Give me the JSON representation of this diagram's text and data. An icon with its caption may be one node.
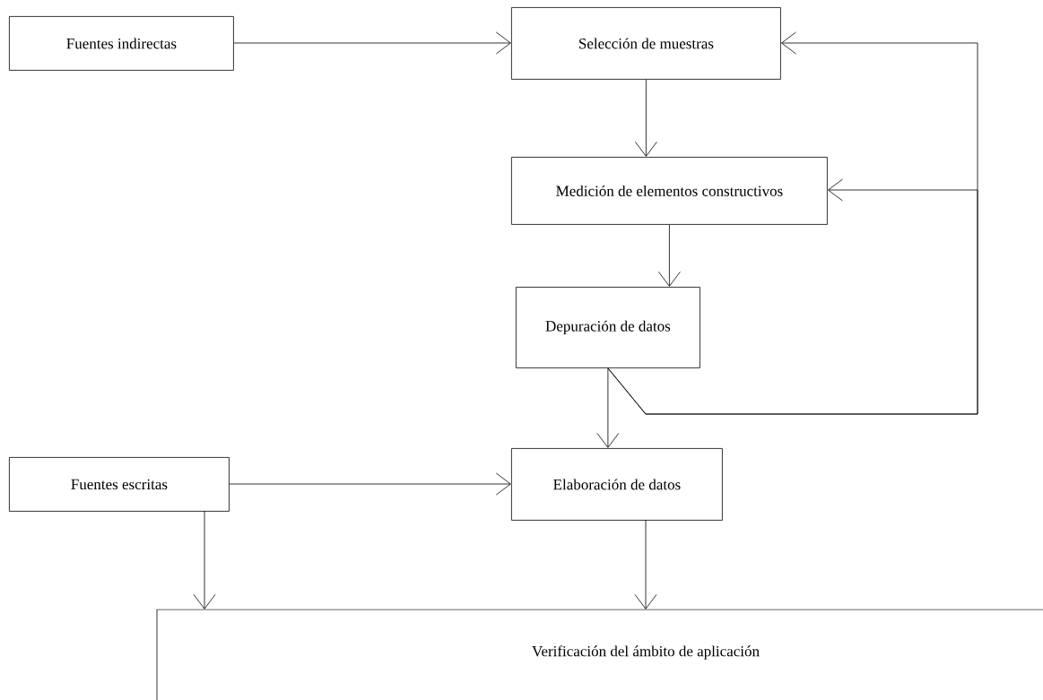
{
  "diagram": {
    "nodes": [
      {
        "text": [
          "Fuentes indirectas"
        ]
      },
      {
        "text": [
          "Selección de muestras"
        ]
      },
      {
        "text": [
          "Medición de elementos constructivos"
        ]
      },
      {
        "text": [
          "Depuración de datos"
        ]
      },
      {
        "text": [
          "Fuentes escritas"
        ]
      },
      {
        "text": [
          "Elaboración de datos"
        ]
      },
      {
        "text": [
          "Verificación del ámbito de aplicación"
        ]
      }
    ],
    "edges": [
      {
        "from": 0,
        "to": 1,
        "arrow": "to"
      },
      {
        "from": 1,
        "to": 2,
        "arrow": "to"
      },
      {
        "from": 2,
        "to": 3,
        "arrow": "to"
      },
      {
        "from": 3,
        "to": 5,
        "arrow": "to"
      },
      {
        "from": 3,
        "to": 1,
        "arrow": "to"
      },
      {
        "from": 3,
        "to": 2,
        "arrow": "to"
      },
      {
        "from": 4,
        "to": 5,
        "arrow": "to"
      },
      {
        "from": 4,
        "to": 6,
        "arrow": "to"
      },
      {
        "from": 5,
        "to": 6,
        "arrow": "to"
      }
    ]
  }
}
